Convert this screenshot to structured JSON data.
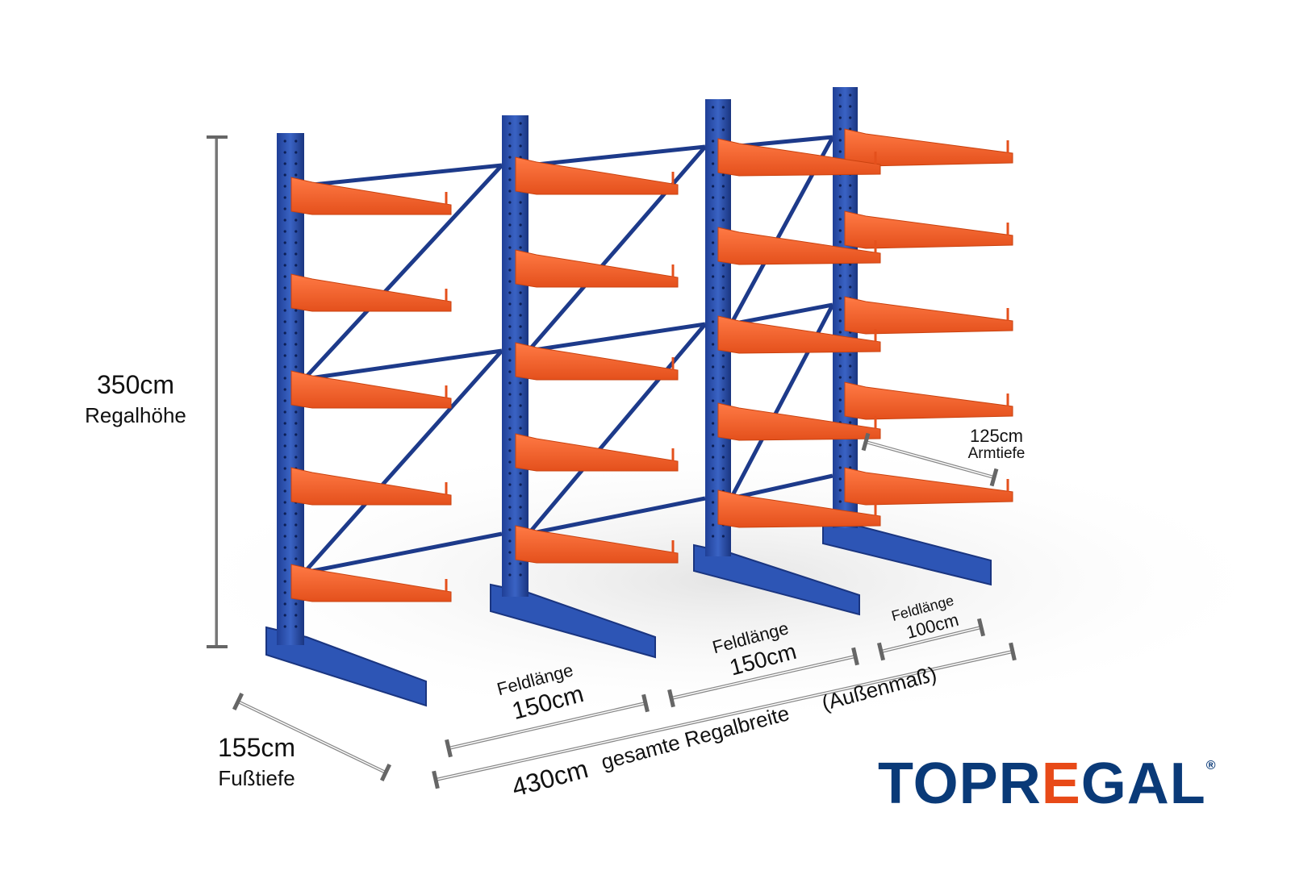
{
  "product": {
    "columns": 4,
    "arms_per_column": 5,
    "colors": {
      "upright": "#2a4fa8",
      "arm": "#f0602a",
      "brace": "#1d3a8a",
      "dimension": "#666666"
    }
  },
  "dimensions": {
    "height_value": "350cm",
    "height_label": "Regalhöhe",
    "foot_value": "155cm",
    "foot_label": "Fußtiefe",
    "arm_value": "125cm",
    "arm_label": "Armtiefe",
    "field1_label": "Feldlänge",
    "field1_value": "150cm",
    "field2_label": "Feldlänge",
    "field2_value": "150cm",
    "field3_label": "Feldlänge",
    "field3_value": "100cm",
    "total_value": "430cm",
    "total_label": "gesamte Regalbreite",
    "total_note": "(Außenmaß)"
  },
  "logo": {
    "text_pre": "TOPR",
    "text_e": "E",
    "text_post": "GAL",
    "registered": "®",
    "full": "TOPREGAL"
  }
}
